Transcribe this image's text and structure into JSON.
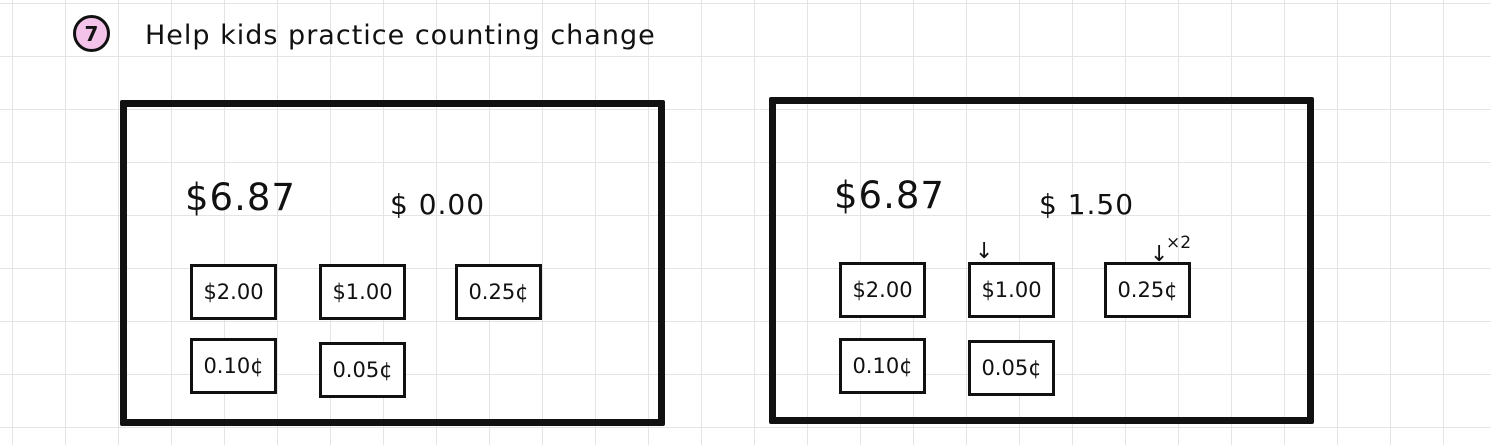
{
  "header": {
    "step_number": "7",
    "title": "Help kids practice counting change"
  },
  "panels": [
    {
      "price": "$6.87",
      "total": "$ 0.00",
      "coins": [
        "$2.00",
        "$1.00",
        "0.25¢",
        "0.10¢",
        "0.05¢"
      ],
      "annotations": {}
    },
    {
      "price": "$6.87",
      "total": "$ 1.50",
      "coins": [
        "$2.00",
        "$1.00",
        "0.25¢",
        "0.10¢",
        "0.05¢"
      ],
      "annotations": {
        "coin_1_arrow": "↓",
        "coin_2_arrow": "↓",
        "coin_2_multiplier": "×2"
      }
    }
  ],
  "colors": {
    "badge_fill": "#f3c3ea",
    "ink": "#111111",
    "grid": "#e4e4e4"
  }
}
